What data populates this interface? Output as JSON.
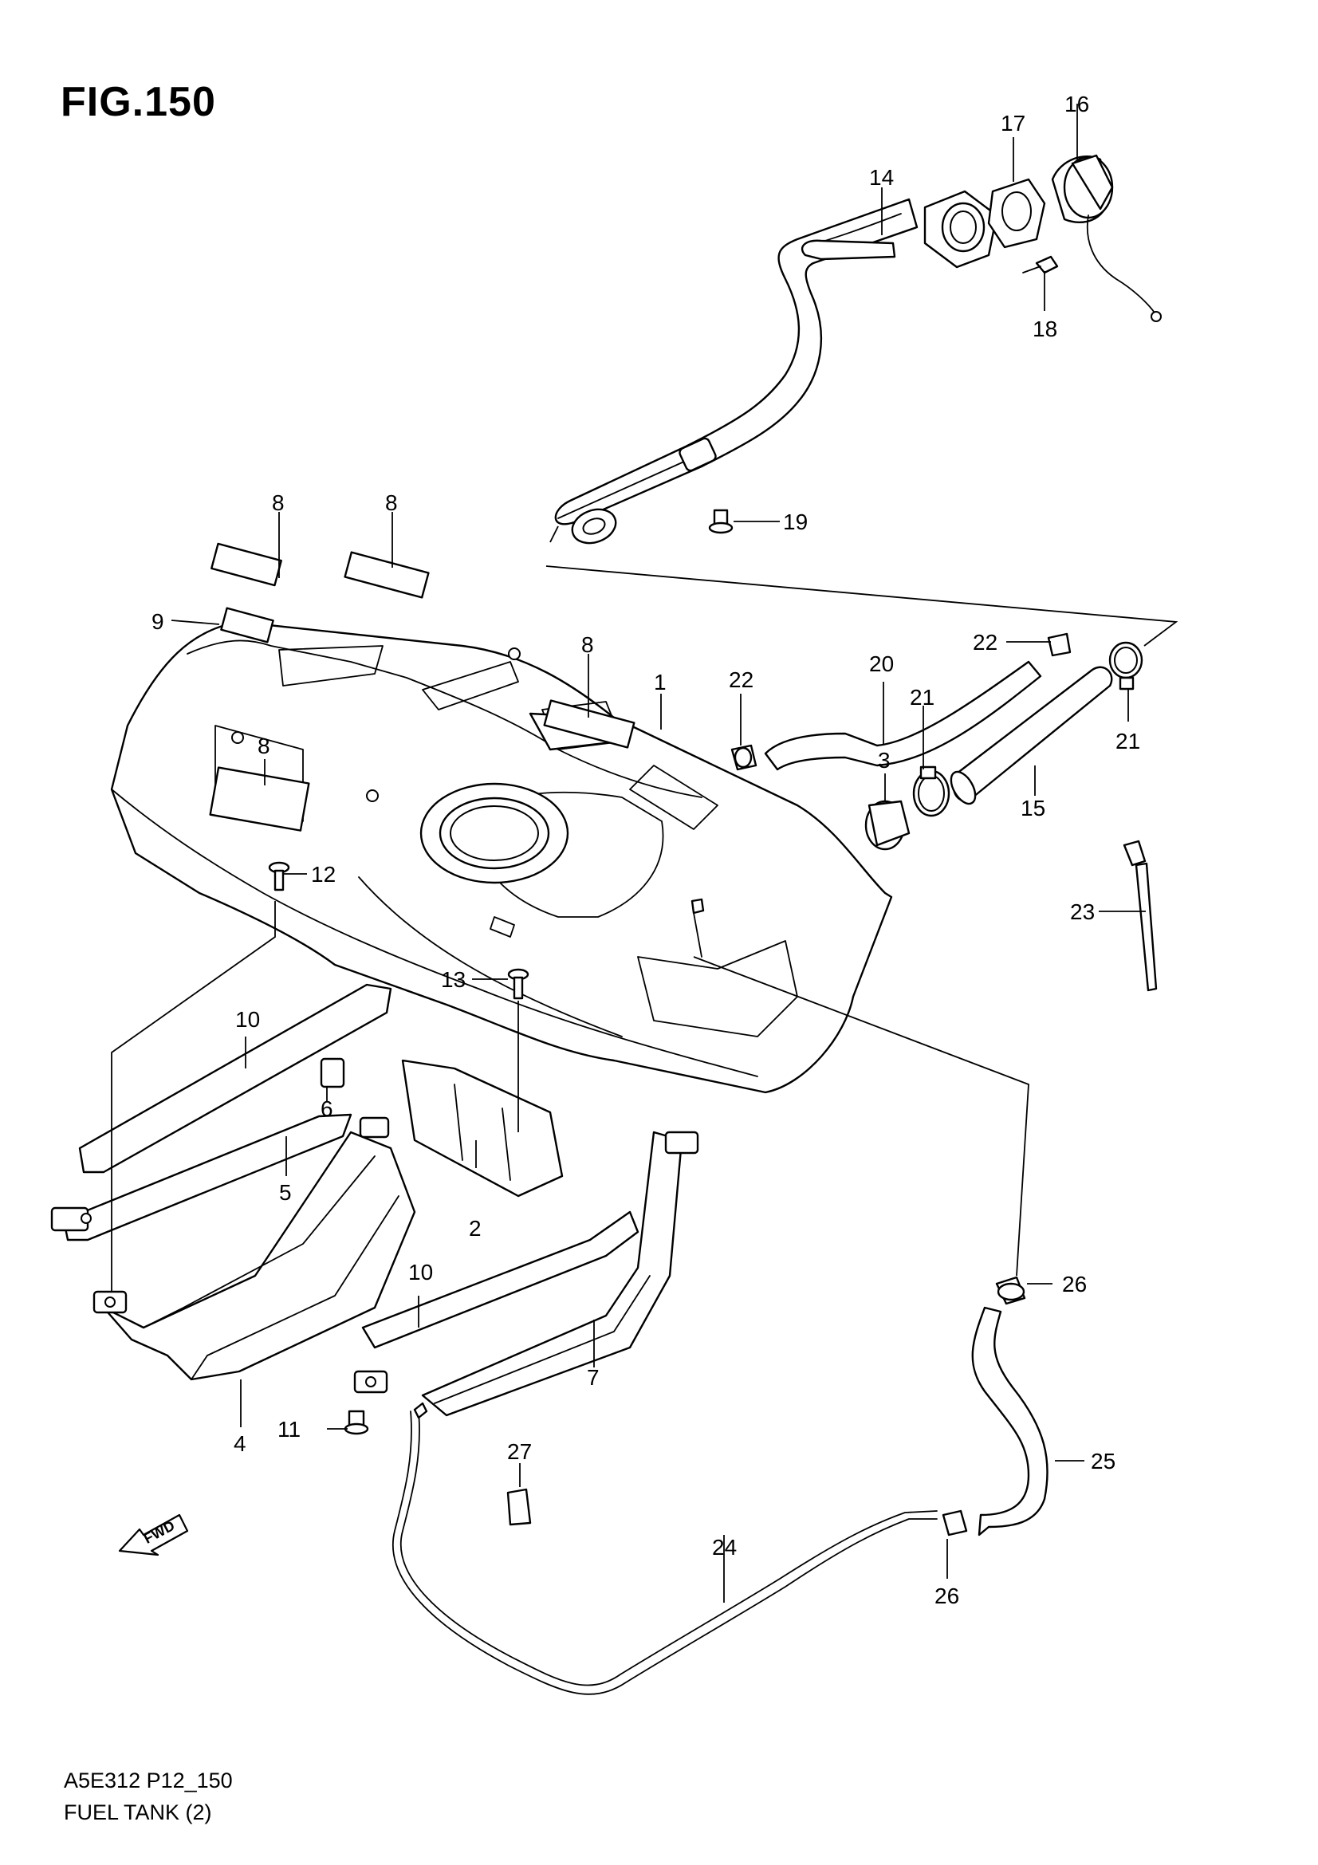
{
  "figure": {
    "title": "FIG.150",
    "code": "A5E312 P12_150",
    "name": "FUEL TANK (2)"
  },
  "direction_badge": "FWD",
  "callouts": {
    "c1": "1",
    "c2": "2",
    "c3": "3",
    "c4": "4",
    "c5": "5",
    "c6": "6",
    "c7": "7",
    "c8a": "8",
    "c8b": "8",
    "c8c": "8",
    "c8d": "8",
    "c9": "9",
    "c10a": "10",
    "c10b": "10",
    "c11": "11",
    "c12": "12",
    "c13": "13",
    "c14": "14",
    "c15": "15",
    "c16": "16",
    "c17": "17",
    "c18": "18",
    "c19": "19",
    "c20": "20",
    "c21a": "21",
    "c21b": "21",
    "c22a": "22",
    "c22b": "22",
    "c23": "23",
    "c24": "24",
    "c25": "25",
    "c26a": "26",
    "c26b": "26",
    "c27": "27"
  }
}
